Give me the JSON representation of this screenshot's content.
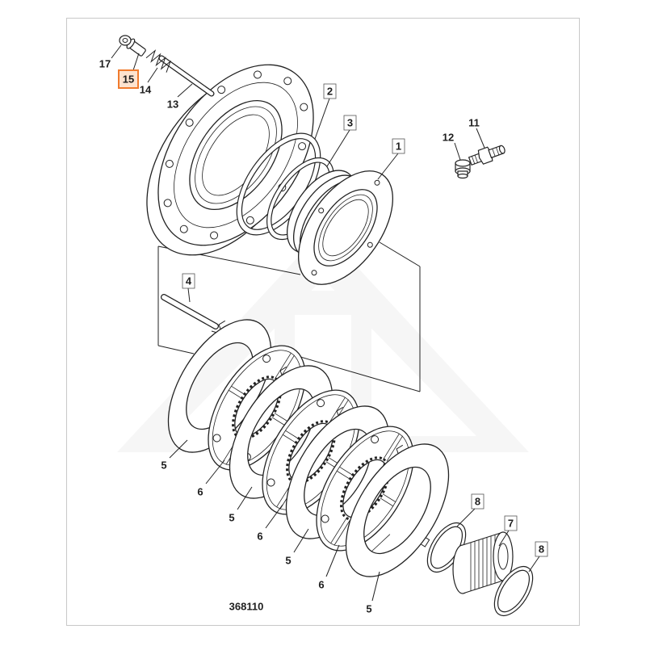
{
  "diagram": {
    "drawing_number": "368110",
    "selected_callout": "15",
    "highlight_color": "#f07b2e",
    "callouts": [
      {
        "label": "17"
      },
      {
        "label": "15"
      },
      {
        "label": "14"
      },
      {
        "label": "13"
      },
      {
        "label": "2"
      },
      {
        "label": "3"
      },
      {
        "label": "1"
      },
      {
        "label": "11"
      },
      {
        "label": "12"
      },
      {
        "label": "4"
      },
      {
        "label": "5"
      },
      {
        "label": "6"
      },
      {
        "label": "5"
      },
      {
        "label": "6"
      },
      {
        "label": "5"
      },
      {
        "label": "6"
      },
      {
        "label": "5"
      },
      {
        "label": "8"
      },
      {
        "label": "7"
      },
      {
        "label": "8"
      }
    ]
  }
}
